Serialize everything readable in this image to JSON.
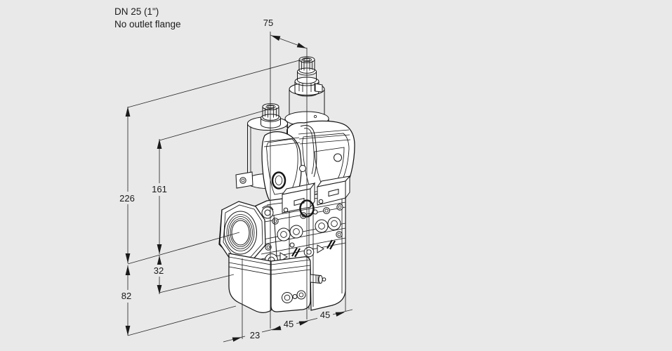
{
  "page": {
    "background_color": "#e9e9e9",
    "line_color": "#1a1a1a",
    "description": "Dimensional line drawing of a double solenoid valve, no outlet flange variant"
  },
  "header": {
    "title": "DN 25 (1\")",
    "subtitle": "No outlet flange"
  },
  "dims": {
    "valve_spacing": "75",
    "height_total": "226",
    "height_valve1": "161",
    "axis_to_flange": "32",
    "height_below_axis": "82",
    "bottom_offset": "23",
    "width_valve1": "45",
    "width_valve2": "45"
  }
}
